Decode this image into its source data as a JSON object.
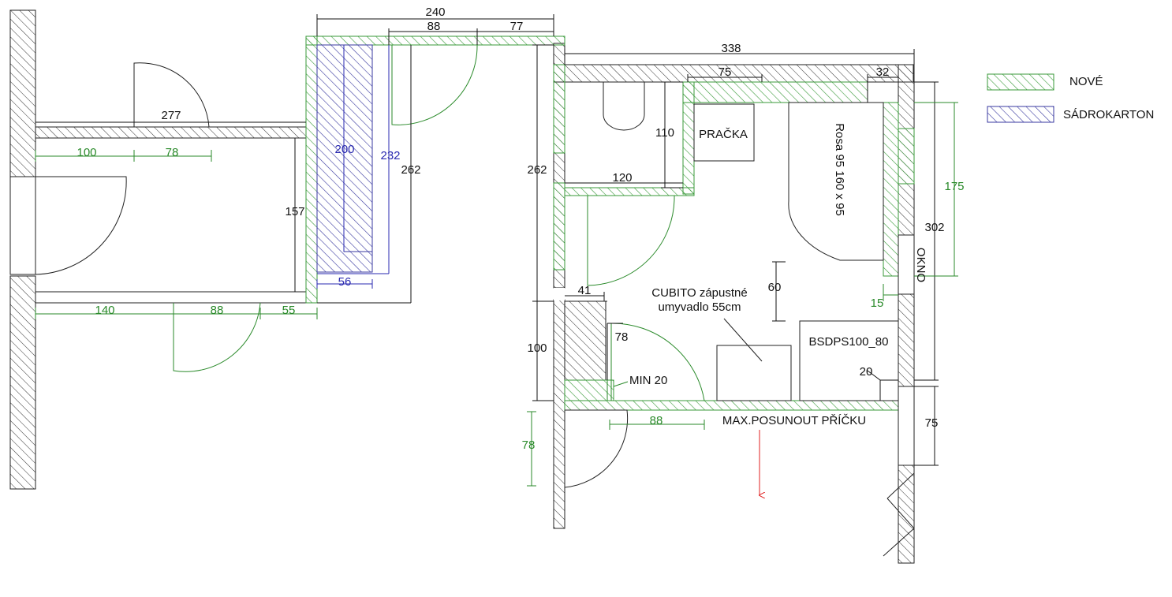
{
  "colors": {
    "wall": "#222222",
    "new_wall": "#3a9a3a",
    "drywall": "#3a3aa0",
    "dim_black": "#111111",
    "dim_green": "#2a8a2a",
    "dim_blue": "#2a2ab0",
    "warning_red": "#e02020"
  },
  "legend": {
    "new": "NOVÉ",
    "drywall": "SÁDROKARTON"
  },
  "labels": {
    "washer": "PRAČKA",
    "bathtub": "Rosa 95 160 x 95",
    "sink_line1": "CUBITO zápustné",
    "sink_line2": "umyvadlo 55cm",
    "shower": "BSDPS100_80",
    "window": "OKNO",
    "min": "MIN 20",
    "warning": "MAX.POSUNOUT PŘÍČKU"
  },
  "dimensions": {
    "d240": "240",
    "d88_top": "88",
    "d77": "77",
    "d338": "338",
    "d75_top": "75",
    "d32": "32",
    "d277": "277",
    "d100_left": "100",
    "d78_left": "78",
    "d200": "200",
    "d232": "232",
    "d262_left": "262",
    "d262_mid": "262",
    "d157": "157",
    "d56": "56",
    "d140": "140",
    "d88_bottom_left": "88",
    "d55": "55",
    "d110": "110",
    "d120": "120",
    "d175": "175",
    "d302": "302",
    "d41": "41",
    "d60": "60",
    "d15": "15",
    "d78_mid": "78",
    "d100_mid": "100",
    "d20": "20",
    "d88_bottom": "88",
    "d78_bottom": "78",
    "d75_right": "75"
  }
}
